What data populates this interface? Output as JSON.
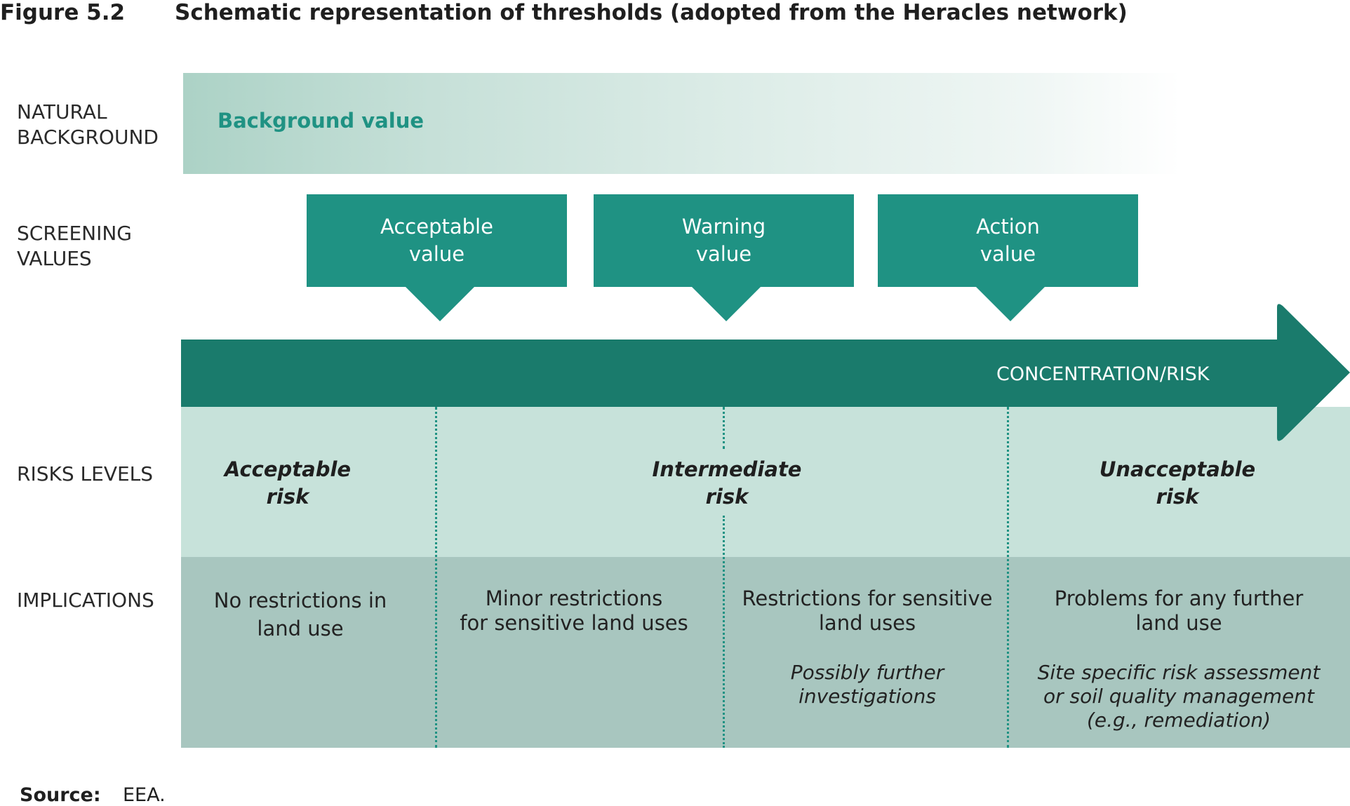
{
  "figure": {
    "label": "Figure 5.2",
    "title": "Schematic representation of thresholds (adopted from the Heracles network)"
  },
  "row_labels": {
    "natural_background": [
      "NATURAL",
      "BACKGROUND"
    ],
    "screening_values": [
      "SCREENING",
      "VALUES"
    ],
    "risk_levels": "RISKS LEVELS",
    "implications": "IMPLICATIONS"
  },
  "background_value": "Background value",
  "screening_values": [
    {
      "line1": "Acceptable",
      "line2": "value"
    },
    {
      "line1": "Warning",
      "line2": "value"
    },
    {
      "line1": "Action",
      "line2": "value"
    }
  ],
  "axis_label": "CONCENTRATION/RISK",
  "risk_levels": [
    {
      "line1": "Acceptable",
      "line2": "risk"
    },
    {
      "line1": "Intermediate",
      "line2": "risk"
    },
    {
      "line1": "Unacceptable",
      "line2": "risk"
    }
  ],
  "implications": [
    {
      "lines": [
        "No restrictions in",
        "land use"
      ],
      "note": []
    },
    {
      "lines": [
        "Minor restrictions",
        "for sensitive land uses"
      ],
      "note": []
    },
    {
      "lines": [
        "Restrictions for sensitive",
        "land uses"
      ],
      "note": [
        "Possibly further",
        "investigations"
      ]
    },
    {
      "lines": [
        "Problems for any further",
        "land use"
      ],
      "note": [
        "Site specific risk assessment",
        "or soil quality management",
        "(e.g., remediation)"
      ]
    }
  ],
  "source": {
    "label": "Source:",
    "text": "EEA."
  },
  "colors": {
    "teal": "#1f9283",
    "dark_teal": "#1a7b6c",
    "risk_band": "#c7e2da",
    "implications_band": "#a8c6bf"
  }
}
